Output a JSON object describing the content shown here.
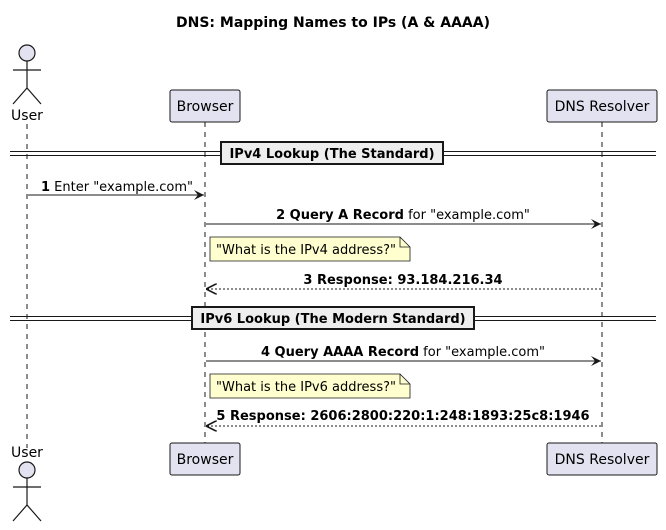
{
  "title": "DNS: Mapping Names to IPs (A & AAAA)",
  "participants": [
    {
      "id": "user",
      "label": "User",
      "kind": "actor"
    },
    {
      "id": "browser",
      "label": "Browser",
      "kind": "box"
    },
    {
      "id": "resolver",
      "label": "DNS Resolver",
      "kind": "box"
    }
  ],
  "separators": [
    {
      "label": "IPv4 Lookup (The Standard)"
    },
    {
      "label": "IPv6 Lookup (The Modern Standard)"
    }
  ],
  "messages": [
    {
      "num": "1",
      "bold": "",
      "text": " Enter \"example.com\"",
      "from": "user",
      "to": "browser",
      "style": "solid"
    },
    {
      "num": "2",
      "bold": " Query A Record",
      "text": " for \"example.com\"",
      "from": "browser",
      "to": "resolver",
      "style": "solid"
    },
    {
      "num": "3",
      "bold": " Response: 93.184.216.34",
      "text": "",
      "from": "resolver",
      "to": "browser",
      "style": "dashed"
    },
    {
      "num": "4",
      "bold": " Query AAAA Record",
      "text": " for \"example.com\"",
      "from": "browser",
      "to": "resolver",
      "style": "solid"
    },
    {
      "num": "5",
      "bold": " Response: 2606:2800:220:1:248:1893:25c8:1946",
      "text": "",
      "from": "resolver",
      "to": "browser",
      "style": "dashed"
    }
  ],
  "notes": [
    {
      "text": "\"What is the IPv4 address?\""
    },
    {
      "text": "\"What is the IPv6 address?\""
    }
  ],
  "colors": {
    "participant_fill": "#e2e2f0",
    "participant_border": "#181818",
    "note_fill": "#fefece",
    "separator_fill": "#eeeeee",
    "line": "#181818"
  }
}
